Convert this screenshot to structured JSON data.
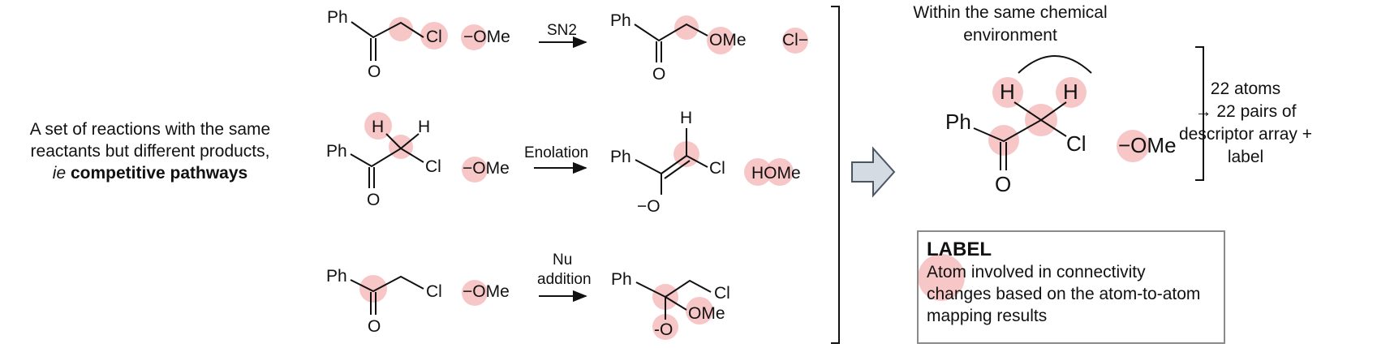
{
  "intro": {
    "line1": "A set of reactions with the same",
    "line2": "reactants but different products,",
    "line3_italic": "ie",
    "line3_bold": "competitive pathways"
  },
  "reactions": [
    {
      "reactant_groups": [
        "Ph",
        "O",
        "Cl",
        "−OMe"
      ],
      "arrow_label": "SN2",
      "product_groups": [
        "Ph",
        "O",
        "OMe",
        "Cl−"
      ]
    },
    {
      "reactant_groups": [
        "H",
        "H",
        "Ph",
        "Cl",
        "O",
        "−OMe"
      ],
      "arrow_label": "Enolation",
      "product_groups": [
        "H",
        "Ph",
        "Cl",
        "−O",
        "HOMe"
      ]
    },
    {
      "reactant_groups": [
        "Ph",
        "Cl",
        "O",
        "−OMe"
      ],
      "arrow_label_line1": "Nu",
      "arrow_label_line2": "addition",
      "product_groups": [
        "Ph",
        "Cl",
        "OMe",
        "-O"
      ]
    }
  ],
  "environment": {
    "caption_line1": "Within the same chemical",
    "caption_line2": "environment",
    "groups": [
      "H",
      "H",
      "Ph",
      "Cl",
      "O",
      "−OMe"
    ]
  },
  "summary": {
    "line1": "22 atoms",
    "line2": "→ 22 pairs of",
    "line3": "descriptor array +",
    "line4": "label"
  },
  "label_box": {
    "title": "LABEL",
    "line1": "Atom involved in connectivity",
    "line2": "changes based on the atom-to-atom",
    "line3": "mapping results"
  },
  "colors": {
    "highlight": "#f1a1a3",
    "arrow_fill": "#d5dbe3",
    "arrow_stroke": "#4a5563",
    "box_border": "#8a8a8a"
  },
  "icons": [
    "block-right-arrow-icon"
  ]
}
